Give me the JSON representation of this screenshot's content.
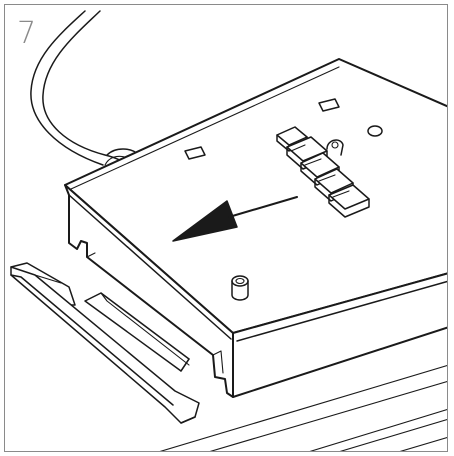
{
  "step": {
    "number": "7"
  },
  "icons": {
    "arrow": "slide-direction-arrow",
    "module": "driver-module-housing",
    "rail": "mounting-rail-bracket",
    "cable": "power-cable",
    "terminals": "terminal-block-connectors"
  },
  "colors": {
    "line": "#1a1a1a",
    "frame": "#8a8a8a",
    "background": "#ffffff"
  }
}
